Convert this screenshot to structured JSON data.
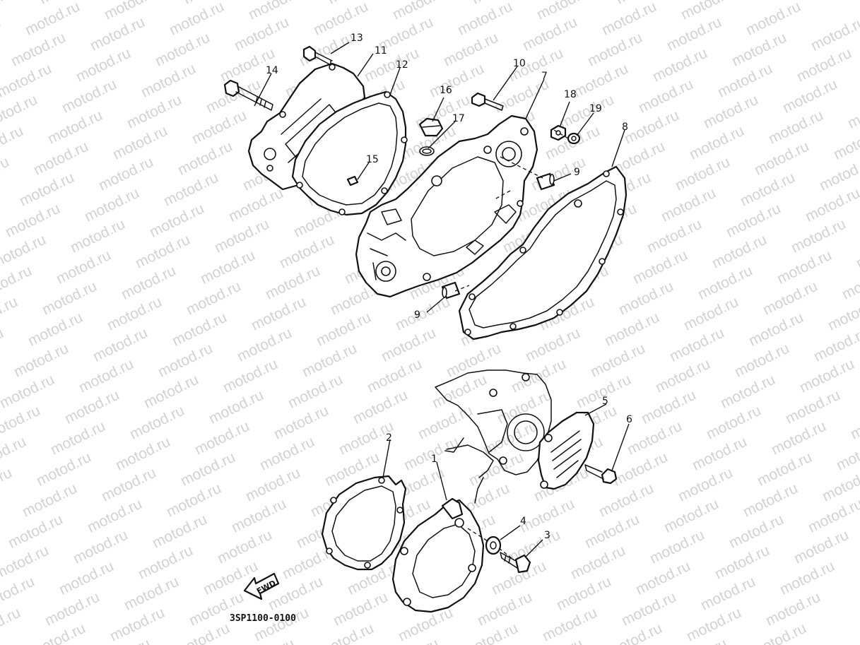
{
  "watermark": {
    "text": "motod.ru",
    "color": "#d2d2d2"
  },
  "diagram_code": "3SP1100-0100",
  "fwd_label": "FWD",
  "callouts": {
    "c1": "1",
    "c2": "2",
    "c3": "3",
    "c4": "4",
    "c5": "5",
    "c6": "6",
    "c7": "7",
    "c8": "8",
    "c9a": "9",
    "c9b": "9",
    "c10": "10",
    "c11": "11",
    "c12": "12",
    "c13": "13",
    "c14": "14",
    "c15": "15",
    "c16": "16",
    "c17": "17",
    "c18": "18",
    "c19": "19"
  }
}
